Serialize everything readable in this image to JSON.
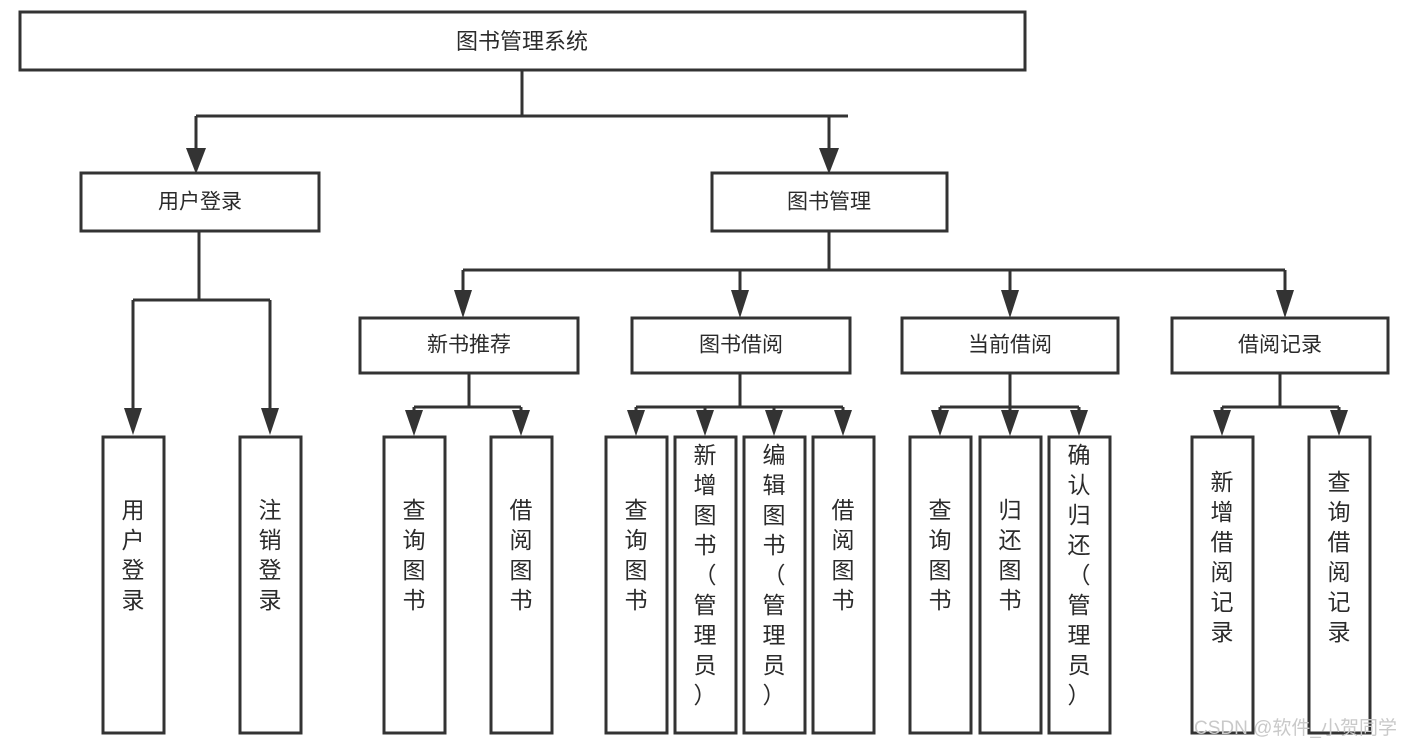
{
  "diagram": {
    "type": "tree",
    "title": "图书管理系统",
    "root": {
      "id": "root",
      "label": "图书管理系统",
      "orientation": "horizontal"
    },
    "level2": [
      {
        "id": "user-login",
        "label": "用户登录",
        "orientation": "horizontal"
      },
      {
        "id": "book-management",
        "label": "图书管理",
        "orientation": "horizontal"
      }
    ],
    "level3": [
      {
        "id": "new-book-recommend",
        "label": "新书推荐",
        "orientation": "horizontal",
        "parent": "book-management"
      },
      {
        "id": "book-borrow",
        "label": "图书借阅",
        "orientation": "horizontal",
        "parent": "book-management"
      },
      {
        "id": "current-borrow",
        "label": "当前借阅",
        "orientation": "horizontal",
        "parent": "book-management"
      },
      {
        "id": "borrow-record",
        "label": "借阅记录",
        "orientation": "horizontal",
        "parent": "book-management"
      }
    ],
    "leaves": [
      {
        "id": "leaf-user-login",
        "label": "用户登录",
        "orientation": "vertical",
        "parent": "user-login"
      },
      {
        "id": "leaf-logout-login",
        "label": "注销登录",
        "orientation": "vertical",
        "parent": "user-login"
      },
      {
        "id": "leaf-query-book-1",
        "label": "查询图书",
        "orientation": "vertical",
        "parent": "new-book-recommend"
      },
      {
        "id": "leaf-borrow-book-1",
        "label": "借阅图书",
        "orientation": "vertical",
        "parent": "new-book-recommend"
      },
      {
        "id": "leaf-query-book-2",
        "label": "查询图书",
        "orientation": "vertical",
        "parent": "book-borrow"
      },
      {
        "id": "leaf-add-book",
        "label": "新增图书（管理员）",
        "orientation": "vertical",
        "parent": "book-borrow"
      },
      {
        "id": "leaf-edit-book",
        "label": "编辑图书（管理员）",
        "orientation": "vertical",
        "parent": "book-borrow"
      },
      {
        "id": "leaf-borrow-book-2",
        "label": "借阅图书",
        "orientation": "vertical",
        "parent": "book-borrow"
      },
      {
        "id": "leaf-query-book-3",
        "label": "查询图书",
        "orientation": "vertical",
        "parent": "current-borrow"
      },
      {
        "id": "leaf-return-book",
        "label": "归还图书",
        "orientation": "vertical",
        "parent": "current-borrow"
      },
      {
        "id": "leaf-confirm-return",
        "label": "确认归还（管理员）",
        "orientation": "vertical",
        "parent": "current-borrow"
      },
      {
        "id": "leaf-add-borrow-record",
        "label": "新增借阅记录",
        "orientation": "vertical",
        "parent": "borrow-record"
      },
      {
        "id": "leaf-query-borrow-record",
        "label": "查询借阅记录",
        "orientation": "vertical",
        "parent": "borrow-record"
      }
    ]
  },
  "watermark": {
    "text": "CSDN @软件_小贺同学"
  },
  "colors": {
    "box_stroke": "#333333",
    "box_fill": "#ffffff",
    "text": "#2b2b2b",
    "connector": "#333333",
    "watermark": "#c9c9c9",
    "background": "#ffffff"
  }
}
